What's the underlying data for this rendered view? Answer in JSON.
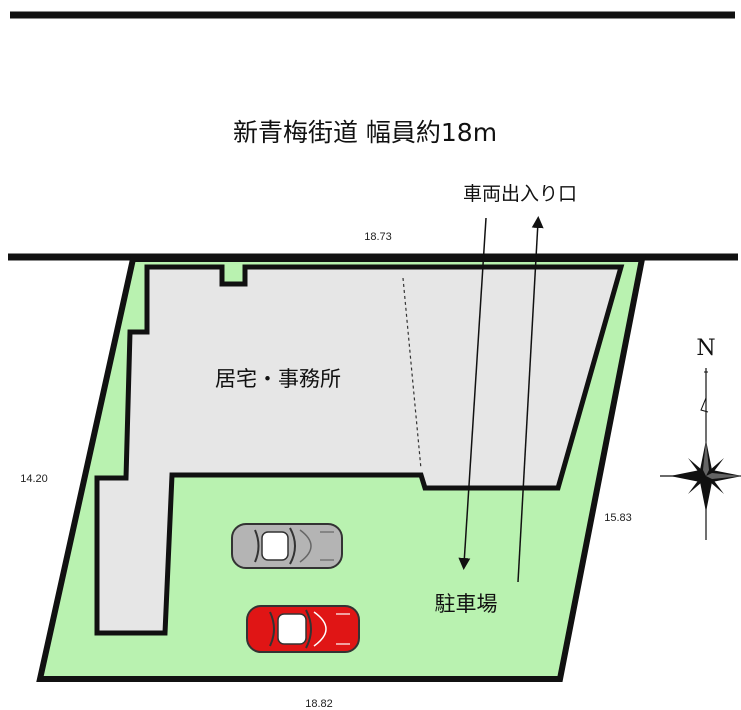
{
  "road": {
    "title": "新青梅街道 幅員約18m"
  },
  "labels": {
    "entrance": "車両出入り口",
    "building": "居宅・事務所",
    "parking": "駐車場",
    "north": "N"
  },
  "dimensions": {
    "top": "18.73",
    "left": "14.20",
    "right": "15.83",
    "bottom": "18.82"
  },
  "colors": {
    "lot_fill": "#b9f2b0",
    "building_fill": "#e6e6e6",
    "outline": "#111111",
    "red_car": "#e01515",
    "grey_car": "#b4b4b4"
  },
  "icons": {
    "compass": "compass-rose-icon",
    "car_grey": "car-grey-icon",
    "car_red": "car-red-icon"
  }
}
